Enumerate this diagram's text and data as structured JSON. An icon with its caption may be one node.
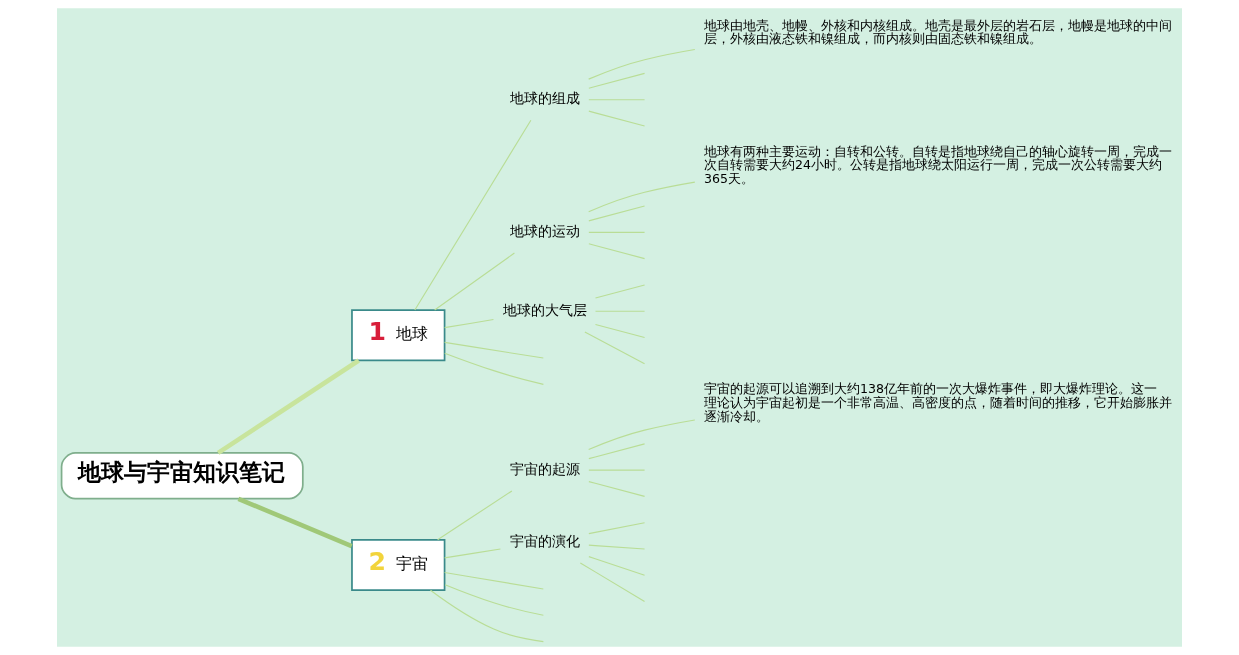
{
  "diagram": {
    "nodes": [
      {
        "text": [
          "地球与宇宙知识笔记"
        ]
      },
      {
        "text": [
          "1",
          "地球"
        ]
      },
      {
        "text": [
          "地球的组成"
        ]
      },
      {
        "text": [
          "地球由地壳、地幔、外核和内核组成。地壳是最外层的岩石层，地幔是地球的中间层，外核由液态铁和镍组成，而内核则由固态铁和镍组成。"
        ]
      },
      {
        "text": [
          "地球的运动"
        ]
      },
      {
        "text": [
          "地球有两种主要运动：自转和公转。自转是指地球绕自己的轴心旋转一周，完成一次自转需要大约24小时。公转是指地球绕太阳运行一周，完成一次公转需要大约365天。"
        ]
      },
      {
        "text": [
          "地球的大气层"
        ]
      },
      {
        "text": [
          "2",
          "宇宙"
        ]
      },
      {
        "text": [
          "宇宙的起源"
        ]
      },
      {
        "text": [
          "宇宙的起源可以追溯到大约138亿年前的一次大爆炸事件，即大爆炸理论。这一理论认为宇宙起初是一个非常高温、高密度的点，随着时间的推移，它开始膨胀并逐渐冷却。"
        ]
      },
      {
        "text": [
          "宇宙的演化"
        ]
      }
    ],
    "edges": [
      {
        "from": 0,
        "to": 1,
        "arrow": "none",
        "style": "thick",
        "color": "#c8e49c"
      },
      {
        "from": 0,
        "to": 7,
        "arrow": "none",
        "style": "thick",
        "color": "#a0c878"
      },
      {
        "from": 1,
        "to": null,
        "arrow": "none"
      },
      {
        "from": 1,
        "to": null,
        "arrow": "none"
      },
      {
        "from": 1,
        "to": 2,
        "arrow": "none"
      },
      {
        "from": 1,
        "to": 4,
        "arrow": "none"
      },
      {
        "from": 1,
        "to": 6,
        "arrow": "none"
      },
      {
        "from": 2,
        "to": null,
        "arrow": "none"
      },
      {
        "from": 2,
        "to": null,
        "arrow": "none"
      },
      {
        "from": 2,
        "to": null,
        "arrow": "none"
      },
      {
        "from": 2,
        "to": 3,
        "arrow": "none"
      },
      {
        "from": 4,
        "to": null,
        "arrow": "none"
      },
      {
        "from": 4,
        "to": null,
        "arrow": "none"
      },
      {
        "from": 4,
        "to": null,
        "arrow": "none"
      },
      {
        "from": 4,
        "to": 5,
        "arrow": "none"
      },
      {
        "from": 6,
        "to": null,
        "arrow": "none"
      },
      {
        "from": 6,
        "to": null,
        "arrow": "none"
      },
      {
        "from": 6,
        "to": null,
        "arrow": "none"
      },
      {
        "from": 6,
        "to": null,
        "arrow": "none"
      },
      {
        "from": 7,
        "to": null,
        "arrow": "none"
      },
      {
        "from": 7,
        "to": null,
        "arrow": "none"
      },
      {
        "from": 7,
        "to": 8,
        "arrow": "none"
      },
      {
        "from": 7,
        "to": 10,
        "arrow": "none"
      },
      {
        "from": 7,
        "to": null,
        "arrow": "none"
      },
      {
        "from": 8,
        "to": null,
        "arrow": "none"
      },
      {
        "from": 8,
        "to": null,
        "arrow": "none"
      },
      {
        "from": 8,
        "to": null,
        "arrow": "none"
      },
      {
        "from": 8,
        "to": 9,
        "arrow": "none"
      },
      {
        "from": 10,
        "to": null,
        "arrow": "none"
      },
      {
        "from": 10,
        "to": null,
        "arrow": "none"
      },
      {
        "from": 10,
        "to": null,
        "arrow": "none"
      },
      {
        "from": 10,
        "to": null,
        "arrow": "none"
      }
    ]
  }
}
